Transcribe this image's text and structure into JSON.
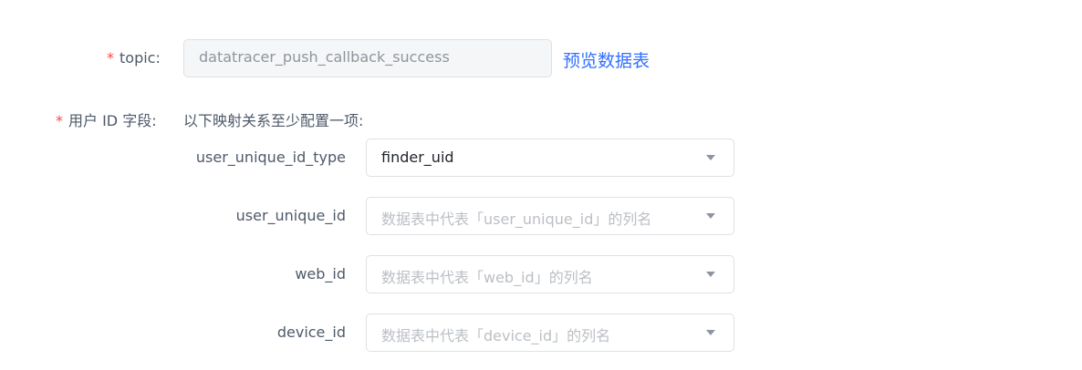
{
  "form": {
    "required_mark": "*",
    "topic": {
      "label": "topic:",
      "value": "datatracer_push_callback_success",
      "preview_link": "预览数据表"
    },
    "user_id_field": {
      "label": "用户 ID 字段:",
      "hint": "以下映射关系至少配置一项:"
    },
    "mappings": [
      {
        "label": "user_unique_id_type",
        "value": "finder_uid",
        "placeholder": ""
      },
      {
        "label": "user_unique_id",
        "value": "",
        "placeholder": "数据表中代表「user_unique_id」的列名"
      },
      {
        "label": "web_id",
        "value": "",
        "placeholder": "数据表中代表「web_id」的列名"
      },
      {
        "label": "device_id",
        "value": "",
        "placeholder": "数据表中代表「device_id」的列名"
      }
    ]
  },
  "icons": {
    "dropdown": "caret-down-icon"
  },
  "colors": {
    "required": "#f54a45",
    "link": "#3370ff",
    "border": "#dee0e3",
    "placeholder": "#bbbfc4"
  }
}
